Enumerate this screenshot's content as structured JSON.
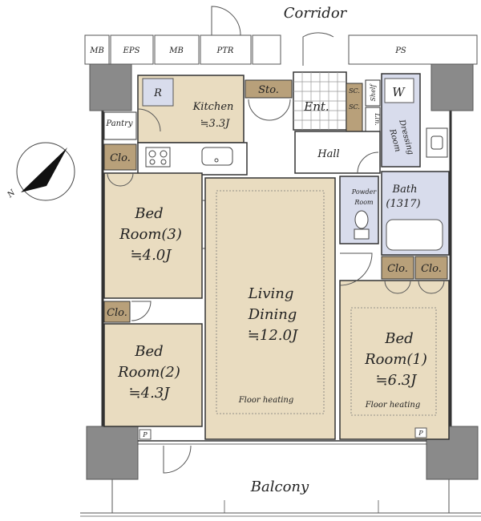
{
  "labels": {
    "corridor": "Corridor",
    "balcony": "Balcony",
    "mb1": "MB",
    "eps": "EPS",
    "mb2": "MB",
    "ptr": "PTR",
    "ps": "PS",
    "fridge": "R",
    "kitchen": "Kitchen",
    "kitchen_size": "≒3.3J",
    "storage": "Sto.",
    "entrance": "Ent.",
    "shoe_cabinet_1": "SC.",
    "shoe_cabinet_2": "SC.",
    "washer": "W",
    "shelf": "Shelf",
    "linen": "Lin.",
    "dressing_room_1": "Dressing",
    "dressing_room_2": "Room",
    "pantry": "Pantry",
    "hall": "Hall",
    "closet_br3": "Clo.",
    "powder_room_1": "Powder",
    "powder_room_2": "Room",
    "bath": "Bath",
    "bath_size": "(1317)",
    "bedroom3_line1": "Bed",
    "bedroom3_line2": "Room(3)",
    "bedroom3_size": "≒4.0J",
    "living_line1": "Living",
    "living_line2": "Dining",
    "living_size": "≒12.0J",
    "living_floor": "Floor heating",
    "closet_br1_a": "Clo.",
    "closet_br1_b": "Clo.",
    "closet_br2": "Clo.",
    "bedroom2_line1": "Bed",
    "bedroom2_line2": "Room(2)",
    "bedroom2_size": "≒4.3J",
    "bedroom1_line1": "Bed",
    "bedroom1_line2": "Room(1)",
    "bedroom1_size": "≒6.3J",
    "bedroom1_floor": "Floor heating",
    "pipe_left": "P",
    "pipe_right": "P",
    "compass_north": "N"
  },
  "colors": {
    "room_fill": "#e9dcc0",
    "storage_fill": "#b8a07a",
    "wet_fill": "#d8dcec",
    "column_fill": "#8a8a8a",
    "wall": "#333333",
    "floor_plain": "#ffffff"
  }
}
